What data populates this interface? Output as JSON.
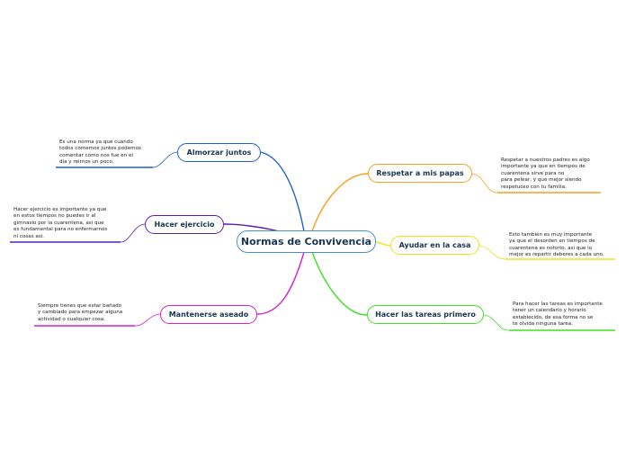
{
  "map": {
    "central": "Normas de Convivencia",
    "branches": {
      "almorzar": {
        "label": "Almorzar juntos",
        "note": [
          "Es una norma ya que cuando",
          "todos comemos juntos podemos",
          "comentar cómo nos fue en el",
          "día y reirnos un poco."
        ],
        "color": "#1f5fd4"
      },
      "ejercicio": {
        "label": "Hacer ejercicio",
        "note": [
          "Hacer ejercicio es importante ya que",
          "en estos tiempos no puedes ir al",
          "gimnasio por la cuarentena, asi que",
          "es fundamental para no enfermarnos",
          "ni cosas asi."
        ],
        "color": "#5b1fb0"
      },
      "aseado": {
        "label": "Mantenerse aseado",
        "note": [
          "Siempre tienes que estar bañado",
          "y cambiado para empezar alguna",
          "actividad o cualquier cosa."
        ],
        "color": "#d21fd2"
      },
      "respetar": {
        "label": "Respetar a mis papas",
        "note": [
          "Respetar a nuestros padres es algo",
          "importante ya que en tiempos de",
          "cuarentena sirve para no",
          "para pelear, y que mejor siendo",
          "respetuoso con tu familia."
        ],
        "color": "#f5a020"
      },
      "ayudar": {
        "label": "Ayudar en la casa",
        "note": [
          "Esto también es muy importante",
          "ya que el desorden en tiempos de",
          "cuarentena es notorio, asi que lo",
          "mejor es repartir deberes a cada uno."
        ],
        "color": "#e6e619"
      },
      "tareas": {
        "label": "Hacer las tareas primero",
        "note": [
          "Para hacer las tareas es importante",
          "tener un calendario y horario",
          "establecido, de esa forma no se",
          "te olvida ninguna tarea."
        ],
        "color": "#3ee022"
      }
    }
  }
}
